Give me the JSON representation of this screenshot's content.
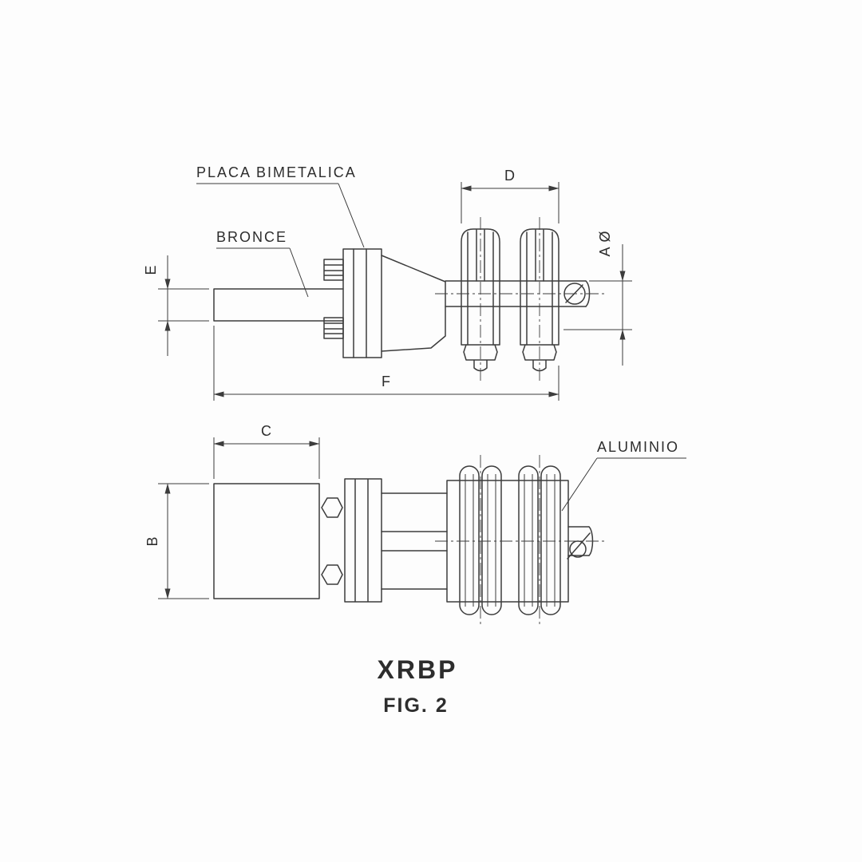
{
  "figure": {
    "model": "XRBP",
    "caption": "FIG. 2"
  },
  "part_labels": {
    "placa_bimetalica": "PLACA BIMETALICA",
    "bronce": "BRONCE",
    "aluminio": "ALUMINIO"
  },
  "dimension_labels": {
    "a_diameter": "A Ø",
    "b": "B",
    "c": "C",
    "d": "D",
    "e": "E",
    "f": "F"
  },
  "colors": {
    "line": "#3c3c3c",
    "text": "#2d2d2d",
    "background": "#fdfdfd"
  }
}
